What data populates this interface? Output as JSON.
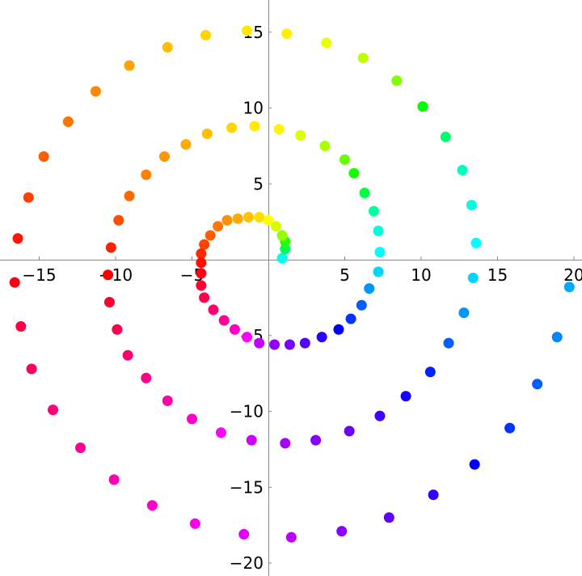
{
  "chart_data": {
    "type": "scatter",
    "title": "",
    "xlabel": "",
    "ylabel": "",
    "xlim": [
      -17.4,
      20.6
    ],
    "ylim": [
      -20.8,
      17.0
    ],
    "grid": false,
    "legend": "none",
    "colors": "hue cycles red → yellow → green → cyan → blue → purple → magenta → red once per turn",
    "x_ticks": [
      {
        "value": -15,
        "label": "−15"
      },
      {
        "value": -10,
        "label": "−10"
      },
      {
        "value": -5,
        "label": "−5"
      },
      {
        "value": 5,
        "label": "5"
      },
      {
        "value": 10,
        "label": "10"
      },
      {
        "value": 15,
        "label": "15"
      },
      {
        "value": 20,
        "label": "20"
      }
    ],
    "y_ticks": [
      {
        "value": 15,
        "label": "15"
      },
      {
        "value": 10,
        "label": "10"
      },
      {
        "value": 5,
        "label": "5"
      },
      {
        "value": -5,
        "label": "−5"
      },
      {
        "value": -10,
        "label": "−10"
      },
      {
        "value": -15,
        "label": "−15"
      },
      {
        "value": -20,
        "label": "−20"
      }
    ],
    "series": [
      {
        "points": [
          {
            "x": 0.9,
            "y": 0.1,
            "hue": 175
          },
          {
            "x": 1.1,
            "y": 0.7,
            "hue": 140
          },
          {
            "x": 1.1,
            "y": 1.2,
            "hue": 110
          },
          {
            "x": 0.9,
            "y": 1.6,
            "hue": 85
          },
          {
            "x": 0.5,
            "y": 2.2,
            "hue": 70
          },
          {
            "x": 0.0,
            "y": 2.6,
            "hue": 60
          },
          {
            "x": -0.6,
            "y": 2.8,
            "hue": 52
          },
          {
            "x": -1.3,
            "y": 2.8,
            "hue": 46
          },
          {
            "x": -2.0,
            "y": 2.7,
            "hue": 40
          },
          {
            "x": -2.7,
            "y": 2.6,
            "hue": 34
          },
          {
            "x": -3.3,
            "y": 2.2,
            "hue": 28
          },
          {
            "x": -3.8,
            "y": 1.6,
            "hue": 22
          },
          {
            "x": -4.2,
            "y": 1.0,
            "hue": 16
          },
          {
            "x": -4.4,
            "y": 0.4,
            "hue": 10
          },
          {
            "x": -4.4,
            "y": -0.2,
            "hue": 3
          },
          {
            "x": -4.4,
            "y": -0.9,
            "hue": 355
          },
          {
            "x": -4.4,
            "y": -1.7,
            "hue": 348
          },
          {
            "x": -4.2,
            "y": -2.5,
            "hue": 342
          },
          {
            "x": -3.6,
            "y": -3.3,
            "hue": 335
          },
          {
            "x": -2.9,
            "y": -4.0,
            "hue": 325
          },
          {
            "x": -2.2,
            "y": -4.6,
            "hue": 315
          },
          {
            "x": -1.4,
            "y": -5.1,
            "hue": 300
          },
          {
            "x": -0.6,
            "y": -5.5,
            "hue": 285
          },
          {
            "x": 0.4,
            "y": -5.6,
            "hue": 275
          },
          {
            "x": 1.4,
            "y": -5.6,
            "hue": 268
          },
          {
            "x": 2.4,
            "y": -5.5,
            "hue": 260
          },
          {
            "x": 3.5,
            "y": -5.1,
            "hue": 250
          },
          {
            "x": 4.6,
            "y": -4.6,
            "hue": 240
          },
          {
            "x": 5.4,
            "y": -3.9,
            "hue": 228
          },
          {
            "x": 6.1,
            "y": -3.0,
            "hue": 218
          },
          {
            "x": 6.6,
            "y": -1.9,
            "hue": 205
          },
          {
            "x": 7.2,
            "y": -0.8,
            "hue": 190
          },
          {
            "x": 7.3,
            "y": 0.5,
            "hue": 180
          },
          {
            "x": 7.2,
            "y": 1.9,
            "hue": 172
          },
          {
            "x": 6.9,
            "y": 3.2,
            "hue": 158
          },
          {
            "x": 6.3,
            "y": 4.4,
            "hue": 135
          },
          {
            "x": 5.6,
            "y": 5.7,
            "hue": 115
          },
          {
            "x": 5.0,
            "y": 6.6,
            "hue": 95
          },
          {
            "x": 3.7,
            "y": 7.5,
            "hue": 80
          },
          {
            "x": 2.1,
            "y": 8.2,
            "hue": 68
          },
          {
            "x": 0.7,
            "y": 8.6,
            "hue": 58
          },
          {
            "x": -0.9,
            "y": 8.8,
            "hue": 55
          },
          {
            "x": -2.4,
            "y": 8.7,
            "hue": 50
          },
          {
            "x": -4.0,
            "y": 8.3,
            "hue": 45
          },
          {
            "x": -5.4,
            "y": 7.6,
            "hue": 40
          },
          {
            "x": -6.8,
            "y": 6.8,
            "hue": 35
          },
          {
            "x": -8.0,
            "y": 5.6,
            "hue": 30
          },
          {
            "x": -9.1,
            "y": 4.2,
            "hue": 25
          },
          {
            "x": -9.8,
            "y": 2.6,
            "hue": 18
          },
          {
            "x": -10.3,
            "y": 0.8,
            "hue": 8
          },
          {
            "x": -10.5,
            "y": -1.0,
            "hue": 0
          },
          {
            "x": -10.4,
            "y": -2.8,
            "hue": 350
          },
          {
            "x": -9.9,
            "y": -4.6,
            "hue": 342
          },
          {
            "x": -9.2,
            "y": -6.3,
            "hue": 335
          },
          {
            "x": -8.0,
            "y": -7.8,
            "hue": 328
          },
          {
            "x": -6.6,
            "y": -9.3,
            "hue": 320
          },
          {
            "x": -5.0,
            "y": -10.5,
            "hue": 313
          },
          {
            "x": -3.1,
            "y": -11.4,
            "hue": 300
          },
          {
            "x": -1.1,
            "y": -11.9,
            "hue": 288
          },
          {
            "x": 1.1,
            "y": -12.1,
            "hue": 280
          },
          {
            "x": 3.1,
            "y": -11.9,
            "hue": 272
          },
          {
            "x": 5.3,
            "y": -11.3,
            "hue": 265
          },
          {
            "x": 7.3,
            "y": -10.3,
            "hue": 255
          },
          {
            "x": 9.0,
            "y": -9.0,
            "hue": 245
          },
          {
            "x": 10.6,
            "y": -7.4,
            "hue": 232
          },
          {
            "x": 11.8,
            "y": -5.5,
            "hue": 218
          },
          {
            "x": 12.8,
            "y": -3.5,
            "hue": 205
          },
          {
            "x": 13.4,
            "y": -1.2,
            "hue": 190
          },
          {
            "x": 13.6,
            "y": 1.1,
            "hue": 180
          },
          {
            "x": 13.3,
            "y": 3.6,
            "hue": 172
          },
          {
            "x": 12.7,
            "y": 5.9,
            "hue": 165
          },
          {
            "x": 11.6,
            "y": 8.1,
            "hue": 145
          },
          {
            "x": 10.1,
            "y": 10.1,
            "hue": 120
          },
          {
            "x": 8.4,
            "y": 11.8,
            "hue": 90
          },
          {
            "x": 6.2,
            "y": 13.3,
            "hue": 75
          },
          {
            "x": 3.8,
            "y": 14.3,
            "hue": 65
          },
          {
            "x": 1.2,
            "y": 14.9,
            "hue": 57
          },
          {
            "x": -1.4,
            "y": 15.1,
            "hue": 55
          },
          {
            "x": -4.1,
            "y": 14.8,
            "hue": 50
          },
          {
            "x": -6.6,
            "y": 14.0,
            "hue": 45
          },
          {
            "x": -9.1,
            "y": 12.8,
            "hue": 38
          },
          {
            "x": -11.3,
            "y": 11.1,
            "hue": 32
          },
          {
            "x": -13.1,
            "y": 9.1,
            "hue": 27
          },
          {
            "x": -14.7,
            "y": 6.8,
            "hue": 22
          },
          {
            "x": -15.7,
            "y": 4.1,
            "hue": 15
          },
          {
            "x": -16.4,
            "y": 1.4,
            "hue": 5
          },
          {
            "x": -16.6,
            "y": -1.5,
            "hue": 355
          },
          {
            "x": -16.2,
            "y": -4.4,
            "hue": 345
          },
          {
            "x": -15.5,
            "y": -7.2,
            "hue": 338
          },
          {
            "x": -14.1,
            "y": -9.9,
            "hue": 332
          },
          {
            "x": -12.3,
            "y": -12.4,
            "hue": 325
          },
          {
            "x": -10.1,
            "y": -14.5,
            "hue": 318
          },
          {
            "x": -7.6,
            "y": -16.2,
            "hue": 312
          },
          {
            "x": -4.8,
            "y": -17.4,
            "hue": 305
          },
          {
            "x": -1.6,
            "y": -18.1,
            "hue": 293
          },
          {
            "x": 1.5,
            "y": -18.3,
            "hue": 283
          },
          {
            "x": 4.8,
            "y": -17.9,
            "hue": 272
          },
          {
            "x": 7.9,
            "y": -17.0,
            "hue": 262
          },
          {
            "x": 10.8,
            "y": -15.5,
            "hue": 252
          },
          {
            "x": 13.5,
            "y": -13.5,
            "hue": 240
          },
          {
            "x": 15.8,
            "y": -11.1,
            "hue": 228
          },
          {
            "x": 17.6,
            "y": -8.2,
            "hue": 218
          },
          {
            "x": 18.9,
            "y": -5.1,
            "hue": 208
          },
          {
            "x": 19.7,
            "y": -1.8,
            "hue": 200
          }
        ]
      }
    ]
  }
}
